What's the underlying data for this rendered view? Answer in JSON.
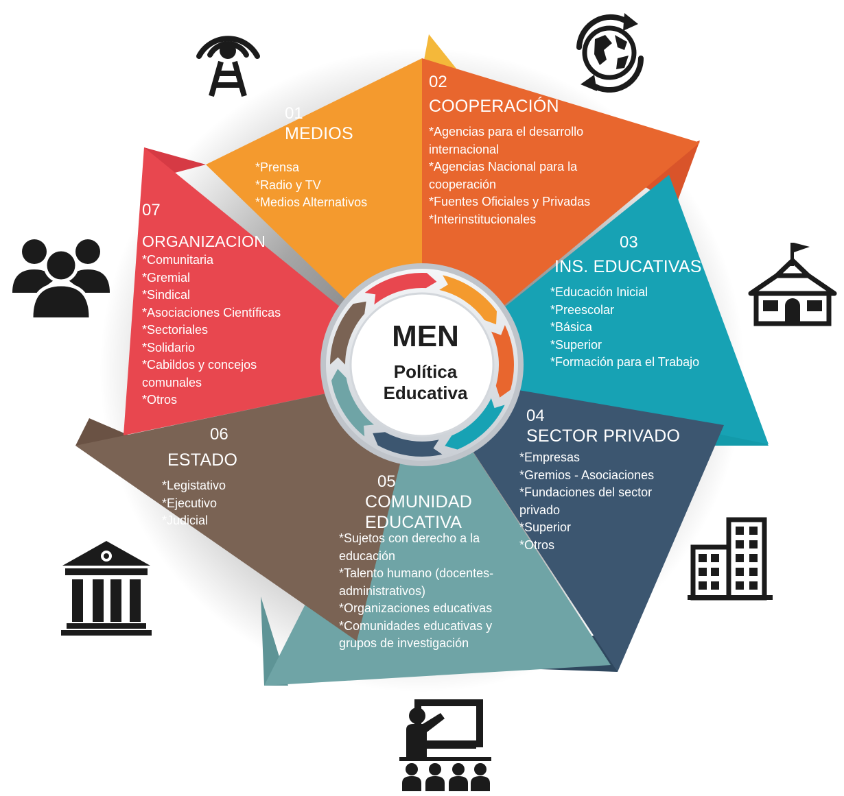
{
  "center": {
    "title": "MEN",
    "subtitle_line1": "Política",
    "subtitle_line2": "Educativa"
  },
  "segments": [
    {
      "num": "01",
      "title": "MEDIOS",
      "color": "#F49A2E",
      "items": [
        "*Prensa",
        "*Radio y TV",
        "*Medios Alternativos"
      ]
    },
    {
      "num": "02",
      "title": "COOPERACIÓN",
      "color": "#E8662E",
      "items": [
        "*Agencias para el desarrollo",
        "internacional",
        "*Agencias Nacional para la",
        "cooperación",
        "*Fuentes  Oficiales  y Privadas",
        "*Interinstitucionales"
      ]
    },
    {
      "num": "03",
      "title": "INS. EDUCATIVAS",
      "color": "#17A2B4",
      "items": [
        "*Educación Inicial",
        "*Preescolar",
        "*Básica",
        "*Superior",
        "*Formación para el Trabajo"
      ]
    },
    {
      "num": "04",
      "title": "SECTOR PRIVADO",
      "color": "#3C5670",
      "items": [
        "*Empresas",
        "*Gremios - Asociaciones",
        "*Fundaciones del sector",
        "privado",
        "*Superior",
        "*Otros"
      ]
    },
    {
      "num": "05",
      "title": "COMUNIDAD",
      "title2": "EDUCATIVA",
      "color": "#6FA4A6",
      "items": [
        "*Sujetos con derecho a la",
        "educación",
        "*Talento humano (docentes-",
        "administrativos)",
        "*Organizaciones educativas",
        "*Comunidades educativas y",
        "grupos de investigación"
      ]
    },
    {
      "num": "06",
      "title": "ESTADO",
      "color": "#7A6354",
      "items": [
        "*Legistativo",
        "*Ejecutivo",
        "*Judicial"
      ]
    },
    {
      "num": "07",
      "title": "ORGANIZACION",
      "color": "#E8474F",
      "items": [
        "*Comunitaria",
        "*Gremial",
        "*Sindical",
        "*Asociaciones Científicas",
        "*Sectoriales",
        "*Solidario",
        "*Cabildos y concejos",
        "comunales",
        "*Otros"
      ]
    }
  ],
  "icons": [
    "antenna-tower-icon",
    "globe-cycle-icon",
    "school-building-icon",
    "office-buildings-icon",
    "classroom-teacher-icon",
    "government-building-icon",
    "people-group-icon"
  ]
}
